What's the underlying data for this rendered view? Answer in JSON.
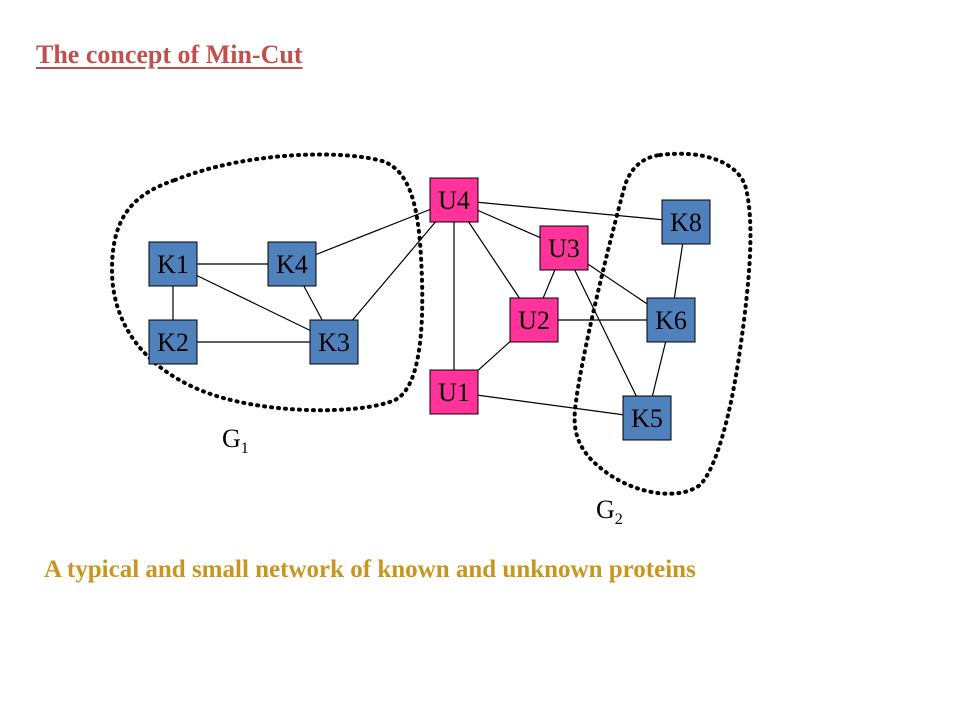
{
  "title": "The concept of Min-Cut",
  "caption": "A typical and small network of known and unknown proteins",
  "colors": {
    "title": "#c0504d",
    "caption": "#c8961e",
    "known": "#4f81bd",
    "unknown": "#ff3399",
    "node_text": "#000000",
    "edge": "#000000"
  },
  "groups": [
    {
      "id": "G1",
      "letter": "G",
      "subscript": "1"
    },
    {
      "id": "G2",
      "letter": "G",
      "subscript": "2"
    }
  ],
  "nodes": [
    {
      "id": "K1",
      "label": "K1",
      "kind": "known"
    },
    {
      "id": "K4",
      "label": "K4",
      "kind": "known"
    },
    {
      "id": "K2",
      "label": "K2",
      "kind": "known"
    },
    {
      "id": "K3",
      "label": "K3",
      "kind": "known"
    },
    {
      "id": "U4",
      "label": "U4",
      "kind": "unknown"
    },
    {
      "id": "U1",
      "label": "U1",
      "kind": "unknown"
    },
    {
      "id": "U3",
      "label": "U3",
      "kind": "unknown"
    },
    {
      "id": "U2",
      "label": "U2",
      "kind": "unknown"
    },
    {
      "id": "K8",
      "label": "K8",
      "kind": "known"
    },
    {
      "id": "K6",
      "label": "K6",
      "kind": "known"
    },
    {
      "id": "K5",
      "label": "K5",
      "kind": "known"
    }
  ],
  "edges": [
    [
      "K1",
      "K4"
    ],
    [
      "K1",
      "K2"
    ],
    [
      "K1",
      "K3"
    ],
    [
      "K4",
      "K3"
    ],
    [
      "K2",
      "K3"
    ],
    [
      "K4",
      "U4"
    ],
    [
      "K3",
      "U4"
    ],
    [
      "U4",
      "U1"
    ],
    [
      "U4",
      "U3"
    ],
    [
      "U4",
      "U2"
    ],
    [
      "U4",
      "K8"
    ],
    [
      "U3",
      "U2"
    ],
    [
      "U3",
      "K6"
    ],
    [
      "U3",
      "K5"
    ],
    [
      "U2",
      "U1"
    ],
    [
      "U2",
      "K6"
    ],
    [
      "K8",
      "K6"
    ],
    [
      "K6",
      "K5"
    ],
    [
      "U1",
      "K5"
    ]
  ]
}
